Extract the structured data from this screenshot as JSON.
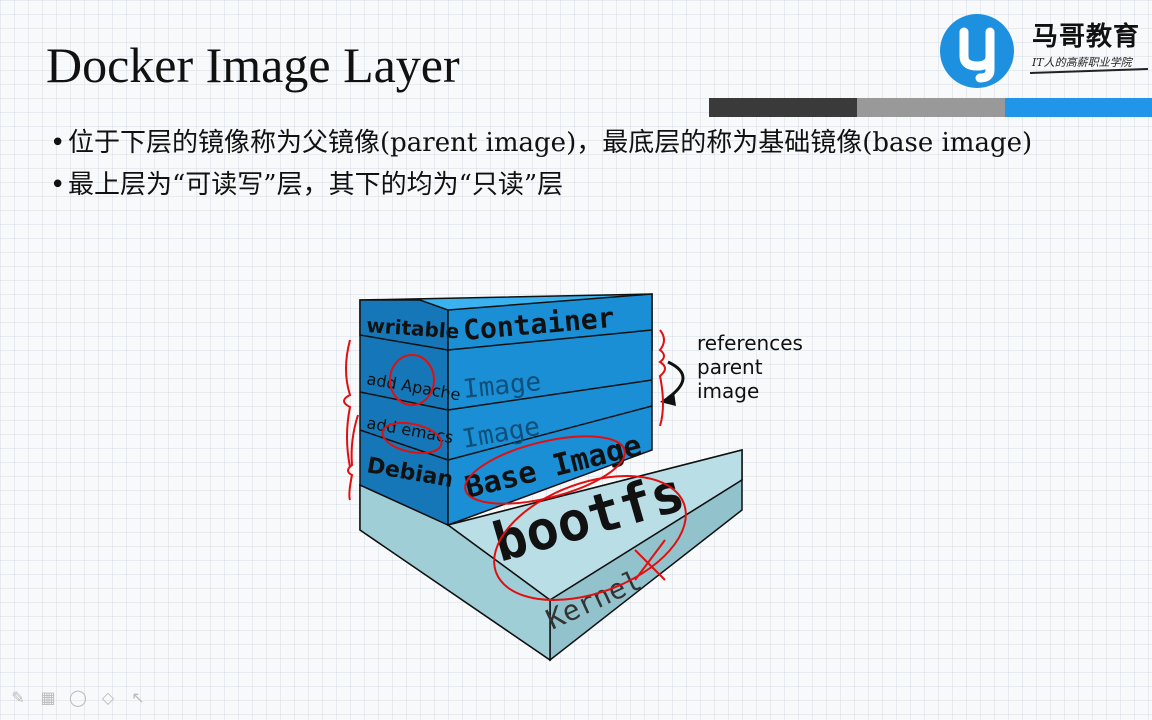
{
  "slide": {
    "title": "Docker Image Layer",
    "bullets": [
      "位于下层的镜像称为父镜像(parent image)，最底层的称为基础镜像(base image)",
      "最上层为“可读写”层，其下的均为“只读”层"
    ]
  },
  "logo": {
    "name": "马哥教育",
    "tagline": "IT人的高薪职业学院"
  },
  "diagram": {
    "layers": [
      {
        "side": "writable",
        "front": "Container"
      },
      {
        "side": "add Apache",
        "front": "Image"
      },
      {
        "side": "add emacs",
        "front": "Image"
      },
      {
        "side": "Debian",
        "front": "Base Image"
      }
    ],
    "bootfs": "bootfs",
    "kernel": "Kernel",
    "annotation": [
      "references",
      "parent",
      "image"
    ]
  },
  "colors": {
    "accent": "#2196e8",
    "layer_top": "#3bb2f0",
    "layer_front": "#1a8fd6",
    "layer_side": "#1577b8",
    "base_block": "#a8d4dc",
    "annotation_red": "#e01010"
  },
  "toolbar": [
    "pen-icon",
    "laser-icon",
    "eraser-icon",
    "highlighter-icon",
    "pointer-icon"
  ]
}
